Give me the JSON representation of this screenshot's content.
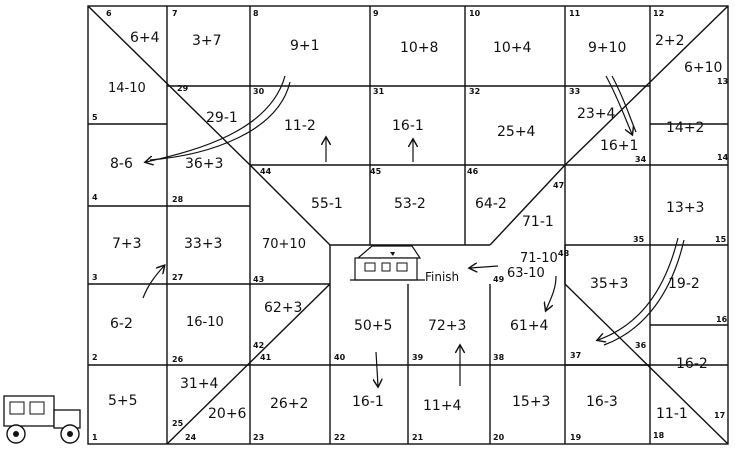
{
  "game": {
    "finish_label": "Finish",
    "squares": [
      {
        "n": "1",
        "expr": "5+5"
      },
      {
        "n": "2",
        "expr": "6-2"
      },
      {
        "n": "3",
        "expr": "7+3"
      },
      {
        "n": "4",
        "expr": "8-6"
      },
      {
        "n": "5",
        "expr": "14-10"
      },
      {
        "n": "6",
        "expr": "6+4"
      },
      {
        "n": "7",
        "expr": "3+7"
      },
      {
        "n": "8",
        "expr": "9+1"
      },
      {
        "n": "9",
        "expr": "10+8"
      },
      {
        "n": "10",
        "expr": "10+4"
      },
      {
        "n": "11",
        "expr": "9+10"
      },
      {
        "n": "12",
        "expr": "2+2"
      },
      {
        "n": "13",
        "expr": "6+10"
      },
      {
        "n": "14",
        "expr": "14+2"
      },
      {
        "n": "15",
        "expr": "13+3"
      },
      {
        "n": "16",
        "expr": "19-2"
      },
      {
        "n": "17",
        "expr": "16-2"
      },
      {
        "n": "18",
        "expr": "11-1"
      },
      {
        "n": "19",
        "expr": "16-3"
      },
      {
        "n": "20",
        "expr": "15+3"
      },
      {
        "n": "21",
        "expr": "11+4"
      },
      {
        "n": "22",
        "expr": "16-1"
      },
      {
        "n": "23",
        "expr": "26+2"
      },
      {
        "n": "24",
        "expr": "20+6"
      },
      {
        "n": "25",
        "expr": "31+4"
      },
      {
        "n": "26",
        "expr": "16-10"
      },
      {
        "n": "27",
        "expr": "33+3"
      },
      {
        "n": "28",
        "expr": "36+3"
      },
      {
        "n": "29",
        "expr": "29-1"
      },
      {
        "n": "30",
        "expr": "11-2"
      },
      {
        "n": "31",
        "expr": "16-1"
      },
      {
        "n": "32",
        "expr": "25+4"
      },
      {
        "n": "33",
        "expr": "23+4"
      },
      {
        "n": "34",
        "expr": "16+1"
      },
      {
        "n": "35",
        "expr": "35+3"
      },
      {
        "n": "36",
        "expr": "35+3"
      },
      {
        "n": "37",
        "expr": "61+4"
      },
      {
        "n": "38",
        "expr": "61+4"
      },
      {
        "n": "39",
        "expr": "72+3"
      },
      {
        "n": "40",
        "expr": "50+5"
      },
      {
        "n": "41",
        "expr": "62+3"
      },
      {
        "n": "42",
        "expr": "62+3"
      },
      {
        "n": "43",
        "expr": "70+10"
      },
      {
        "n": "44",
        "expr": "55-1"
      },
      {
        "n": "45",
        "expr": "53-2"
      },
      {
        "n": "46",
        "expr": "64-2"
      },
      {
        "n": "47",
        "expr": "71-1"
      },
      {
        "n": "48",
        "expr": "71-10"
      },
      {
        "n": "49",
        "expr": "63-10"
      }
    ]
  }
}
